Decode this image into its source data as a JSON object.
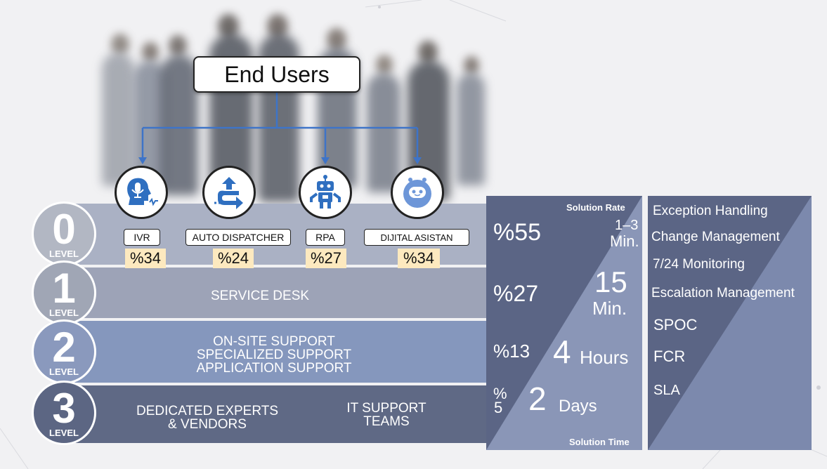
{
  "top_node": {
    "label": "End Users"
  },
  "channels": [
    {
      "icon": "voice-assistant-icon",
      "label": "IVR",
      "rate": "%34"
    },
    {
      "icon": "dispatch-arrows-icon",
      "label": "AUTO DISPATCHER",
      "rate": "%24"
    },
    {
      "icon": "robot-icon",
      "label": "RPA",
      "rate": "%27"
    },
    {
      "icon": "chatbot-icon",
      "label": "DIJITAL ASISTAN",
      "rate": "%34"
    }
  ],
  "levels": [
    {
      "number": "0",
      "label": "LEVEL"
    },
    {
      "number": "1",
      "label": "LEVEL",
      "text": "SERVICE DESK"
    },
    {
      "number": "2",
      "label": "LEVEL",
      "lines": [
        "ON-SITE SUPPORT",
        "SPECIALIZED SUPPORT",
        "APPLICATION SUPPORT"
      ]
    },
    {
      "number": "3",
      "label": "LEVEL",
      "left": [
        "DEDICATED EXPERTS",
        "& VENDORS"
      ],
      "right": [
        "IT SUPPORT",
        "TEAMS"
      ]
    }
  ],
  "metrics_panel": {
    "header": "Solution Rate",
    "footer": "Solution Time",
    "rates": [
      "%55",
      "%27",
      "%13",
      "%"
    ],
    "rate_last_digit": "5",
    "times": [
      {
        "value": "1–3",
        "unit": "Min."
      },
      {
        "value": "15",
        "unit": "Min."
      },
      {
        "value": "4",
        "unit": "Hours"
      },
      {
        "value": "2",
        "unit": "Days"
      }
    ]
  },
  "services": [
    "Exception Handling",
    "Change Management",
    "7/24 Monitoring",
    "Escalation Management",
    "SPOC",
    "FCR",
    "SLA"
  ],
  "colors": {
    "level0": "#a9b0c3",
    "level1": "#9ca3b7",
    "level2": "#8497bd",
    "level3": "#5f6985",
    "panel_dark": "#5b6585",
    "panel_light": "#8a96b7",
    "connector": "#3e74c8",
    "icon_blue": "#2f6fc0",
    "highlight": "#fde9bf"
  }
}
